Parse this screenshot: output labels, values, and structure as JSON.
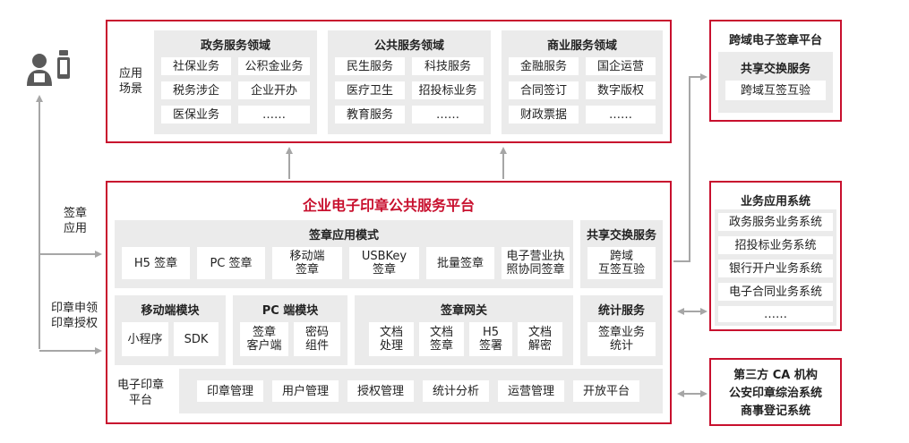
{
  "top": {
    "label": "应用\n场景",
    "panels": [
      {
        "title": "政务服务领域",
        "items": [
          "社保业务",
          "公积金业务",
          "税务涉企",
          "企业开办",
          "医保业务",
          "……"
        ]
      },
      {
        "title": "公共服务领域",
        "items": [
          "民生服务",
          "科技服务",
          "医疗卫生",
          "招投标业务",
          "教育服务",
          "……"
        ]
      },
      {
        "title": "商业服务领域",
        "items": [
          "金融服务",
          "国企运营",
          "合同签订",
          "数字版权",
          "财政票据",
          "……"
        ]
      }
    ]
  },
  "cross": {
    "title": "跨域电子签章平台",
    "sub": "共享交换服务",
    "item": "跨域互签互验"
  },
  "left": {
    "l1": "签章\n应用",
    "l2": "印章申领\n印章授权"
  },
  "main": {
    "title": "企业电子印章公共服务平台",
    "sigmode": {
      "title": "签章应用模式",
      "items": [
        "H5 签章",
        "PC 签章",
        "移动端\n签章",
        "USBKey\n签章",
        "批量签章",
        "电子营业执\n照协同签章"
      ]
    },
    "share": {
      "title": "共享交换服务",
      "item": "跨域\n互签互验"
    },
    "mobile": {
      "title": "移动端模块",
      "items": [
        "小程序",
        "SDK"
      ]
    },
    "pc": {
      "title": "PC 端模块",
      "items": [
        "签章\n客户端",
        "密码\n组件"
      ]
    },
    "gateway": {
      "title": "签章网关",
      "items": [
        "文档\n处理",
        "文档\n签章",
        "H5\n签署",
        "文档\n解密"
      ]
    },
    "stats": {
      "title": "统计服务",
      "item": "签章业务\n统计"
    },
    "bottom": {
      "label": "电子印章\n平台",
      "items": [
        "印章管理",
        "用户管理",
        "授权管理",
        "统计分析",
        "运营管理",
        "开放平台"
      ]
    }
  },
  "biz": {
    "title": "业务应用系统",
    "items": [
      "政务服务业务系统",
      "招投标业务系统",
      "银行开户业务系统",
      "电子合同业务系统",
      "……"
    ]
  },
  "third": {
    "lines": [
      "第三方 CA 机构",
      "公安印章综治系统",
      "商事登记系统"
    ]
  },
  "colors": {
    "red": "#c8102e",
    "panel": "#ebebeb",
    "arrow": "#a6a6a6",
    "icon": "#5a5a5a"
  }
}
